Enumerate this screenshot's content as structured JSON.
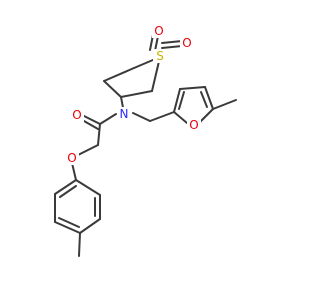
{
  "structure": {
    "atoms": {
      "sulfur": "S",
      "sulfone_oxygen_right": "O",
      "sulfone_oxygen_lower": "O",
      "amide_nitrogen": "N",
      "carbonyl_oxygen": "O",
      "ether_oxygen": "O",
      "furan_oxygen": "O"
    },
    "colors": {
      "sulfur": "#c8b400",
      "oxygen": "#e8000b",
      "nitrogen": "#2a2aff",
      "bond": "#3a3a3a"
    }
  }
}
